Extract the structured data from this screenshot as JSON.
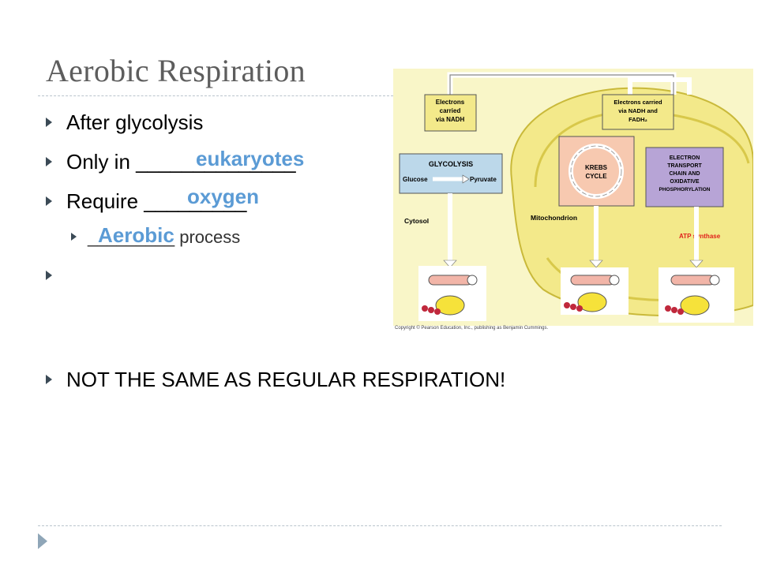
{
  "slide": {
    "title": "Aerobic Respiration",
    "bullets": [
      "After glycolysis",
      "Only in ",
      "Require ",
      "process",
      "NOT THE SAME AS REGULAR RESPIRATION!"
    ],
    "blanks": {
      "only_in_line": "______________",
      "require_line": "_________",
      "sub_line": "_________"
    },
    "answers": {
      "eukaryotes": "eukaryotes",
      "oxygen": "oxygen",
      "aerobic": "Aerobic"
    }
  },
  "figure": {
    "labels": {
      "nadh_left": [
        "Electrons",
        "carried",
        "via NADH"
      ],
      "nadh_right": [
        "Electrons carried",
        "via NADH and",
        "FADH₂"
      ],
      "glycolysis": "GLYCOLYSIS",
      "glucose": "Glucose",
      "pyruvate": "Pyruvate",
      "krebs": [
        "KREBS",
        "CYCLE"
      ],
      "etc": [
        "ELECTRON",
        "TRANSPORT",
        "CHAIN AND",
        "OXIDATIVE",
        "PHOSPHORYLATION"
      ],
      "cytosol": "Cytosol",
      "mitochondrion": "Mitochondrion",
      "atp_synthase": "ATP synthase"
    },
    "copyright": "Copyright © Pearson Education, Inc., publishing as Benjamin Cummings."
  },
  "colors": {
    "title": "#5d5d5d",
    "answer": "#5b9bd5",
    "mitochondrion": "#f3e98a",
    "figure_bg": "#f9f6c8",
    "box_blue": "#bcd8ea",
    "box_purple": "#b7a4d6",
    "box_salmon": "#f7c9b0",
    "atp_red": "#e0201b"
  }
}
